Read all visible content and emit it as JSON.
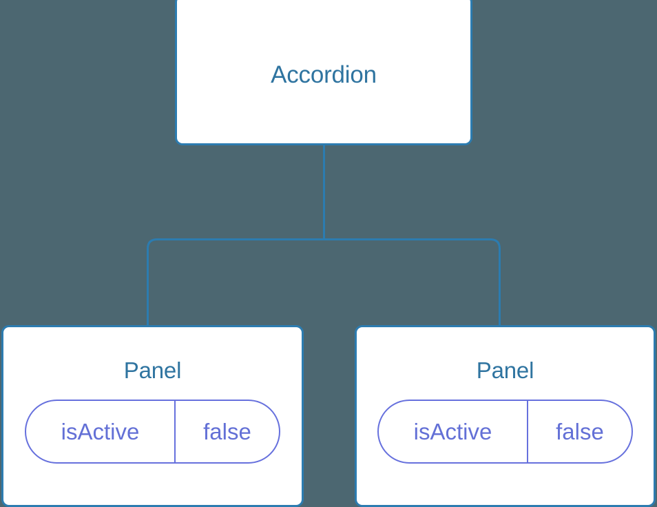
{
  "diagram": {
    "type": "component-tree",
    "background_color": "#4c6771",
    "node_border_color": "#2c7cb0",
    "node_title_color": "#2f74a0",
    "prop_color": "#6370d6",
    "connector_color": "#2c7cb0"
  },
  "root": {
    "title": "Accordion"
  },
  "children": [
    {
      "title": "Panel",
      "props": [
        {
          "name": "isActive",
          "value": "false"
        }
      ]
    },
    {
      "title": "Panel",
      "props": [
        {
          "name": "isActive",
          "value": "false"
        }
      ]
    }
  ]
}
